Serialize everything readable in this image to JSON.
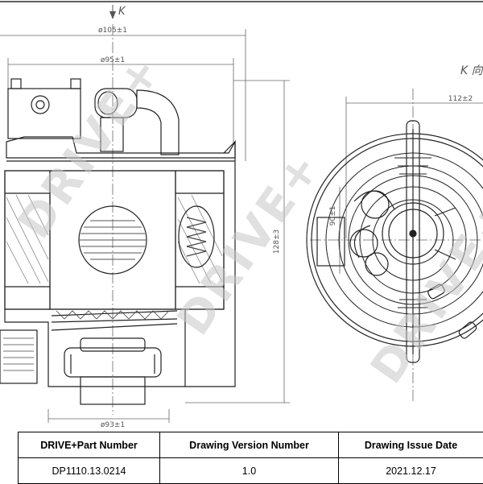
{
  "watermark": "DRIVE+",
  "front_view": {
    "view_marker": "K",
    "dimensions": {
      "top_width": "ø105±1",
      "mid_width": "ø95±1",
      "bottom_width": "ø93±1",
      "height": "128±3"
    }
  },
  "side_view": {
    "view_label": "K 向",
    "dimensions": {
      "width": "112±2",
      "height": "90±1"
    }
  },
  "info_table": {
    "headers": {
      "part_number": "DRIVE+Part Number",
      "drawing_version": "Drawing Version Number",
      "issue_date": "Drawing Issue Date"
    },
    "values": {
      "part_number": "DP1110.13.0214",
      "drawing_version": "1.0",
      "issue_date": "2021.12.17"
    }
  }
}
